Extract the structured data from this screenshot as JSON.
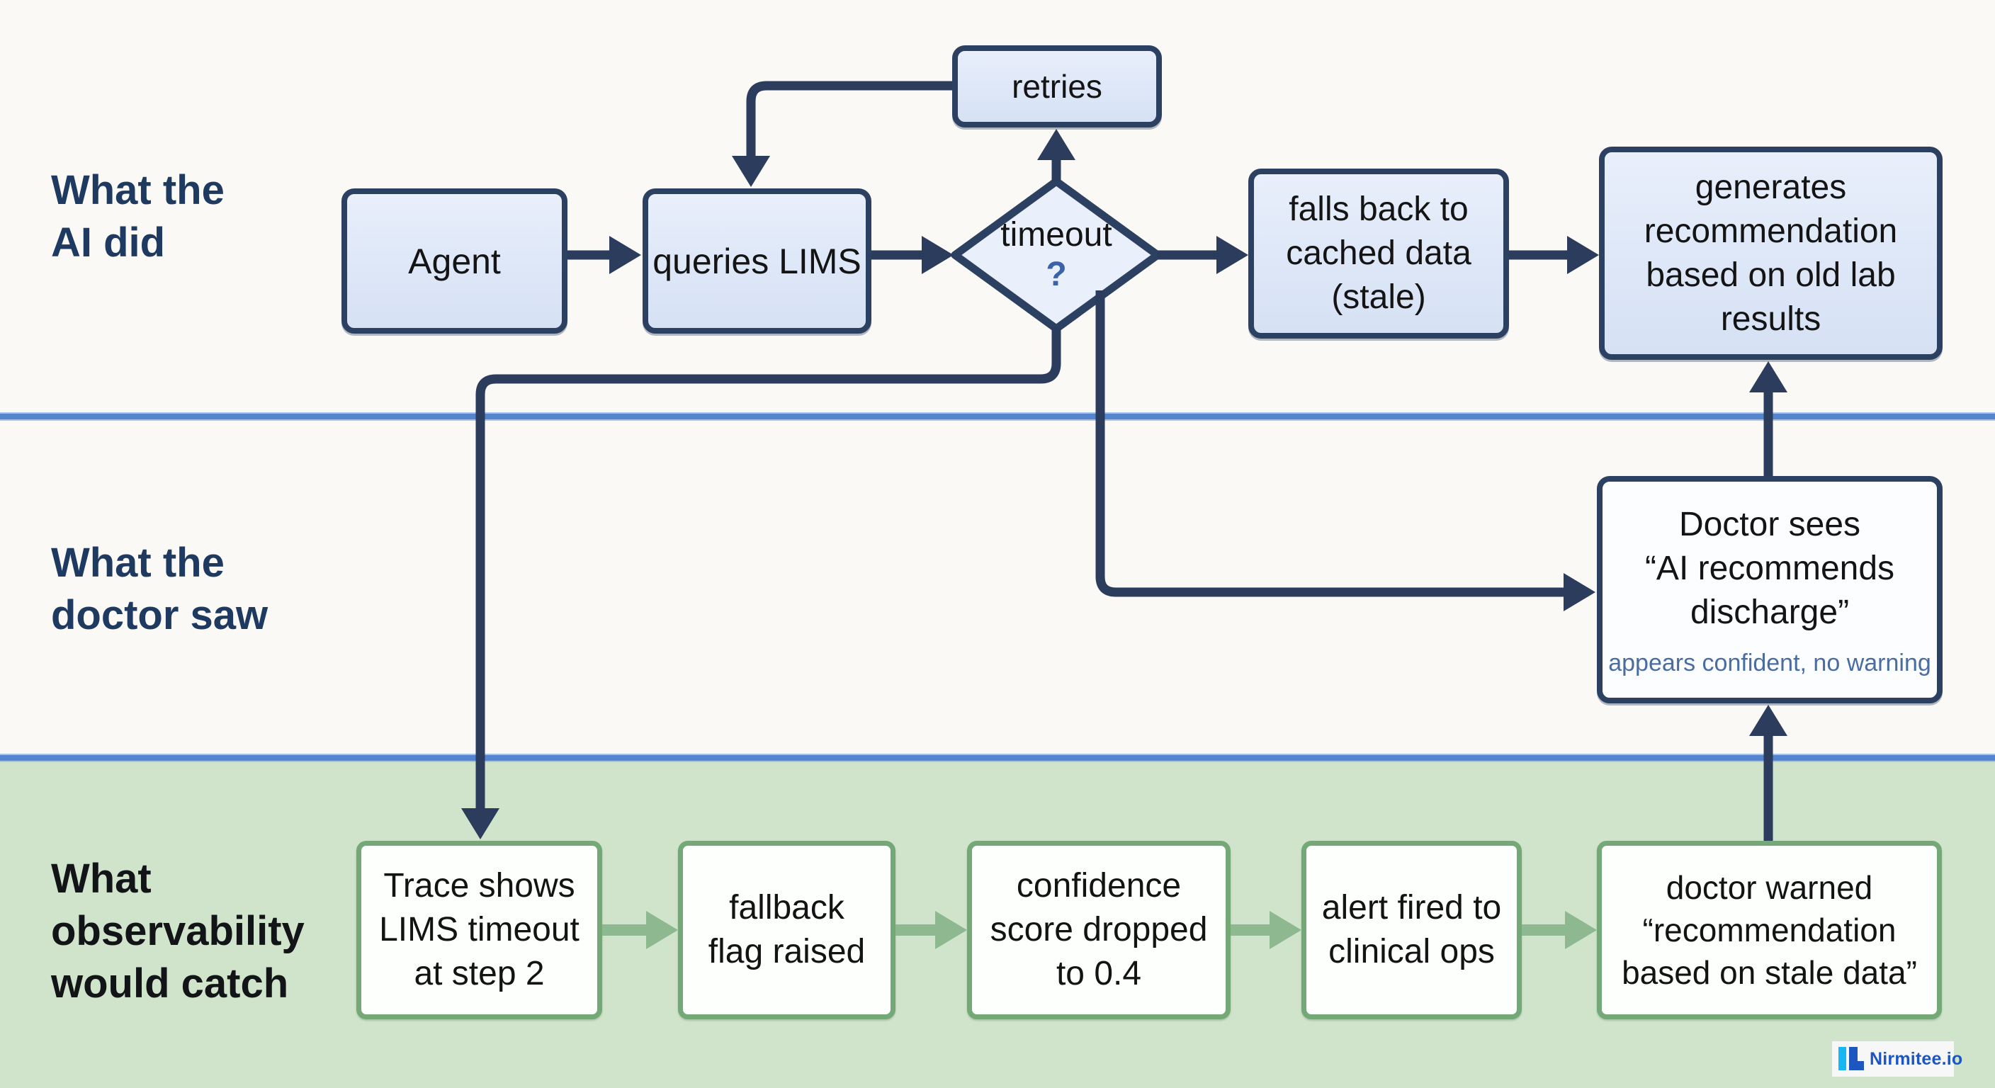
{
  "lanes": {
    "ai": {
      "line1": "What the",
      "line2": "AI did"
    },
    "doctor": {
      "line1": "What the",
      "line2": "doctor saw"
    },
    "observability": {
      "line1": "What",
      "line2": "observability",
      "line3": "would catch"
    }
  },
  "boxes": {
    "agent": {
      "l1": "Agent"
    },
    "queries": {
      "l1": "queries LIMS"
    },
    "retries": {
      "l1": "retries"
    },
    "timeout": {
      "l1": "timeout",
      "l2": "?"
    },
    "falls": {
      "l1": "falls back to",
      "l2": "cached data",
      "l3": "(stale)"
    },
    "generates": {
      "l1": "generates",
      "l2": "recommendation",
      "l3": "based on old lab",
      "l4": "results"
    },
    "doctor": {
      "l1": "Doctor sees",
      "l2": "“AI recommends",
      "l3": "discharge”",
      "note": "appears confident, no warning"
    },
    "trace": {
      "l1": "Trace shows",
      "l2": "LIMS timeout",
      "l3": "at step 2"
    },
    "flag": {
      "l1": "fallback",
      "l2": "flag raised"
    },
    "confidence": {
      "l1": "confidence",
      "l2": "score dropped",
      "l3": "to 0.4"
    },
    "alert": {
      "l1": "alert fired to",
      "l2": "clinical ops"
    },
    "warned": {
      "l1": "doctor warned",
      "l2": "“recommendation",
      "l3": "based on stale data”"
    }
  },
  "logo": {
    "text": "Nirmitee.io"
  },
  "colors": {
    "navy_line": "#2b3c5c",
    "box_border": "#2c4162",
    "blue_box_fill": "#dde7f7",
    "diamond_fill": "#e9effb",
    "separator_blue": "#5585cc",
    "lane_bg": "#faf9f5",
    "green_lane_bg": "#cfe4cb",
    "green_box_border": "#74a877",
    "green_arrow": "#8db890",
    "doctor_note_blue": "#4a6da1",
    "question_mark_blue": "#3c63a7",
    "logo_blue": "#1d56c0",
    "logo_cyan": "#16b8f3"
  }
}
